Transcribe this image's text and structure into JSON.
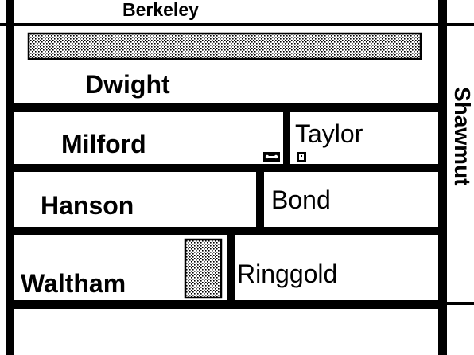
{
  "map": {
    "colors": {
      "road": "#000000",
      "background": "#ffffff",
      "hatch": "#000000"
    },
    "streets": {
      "berkeley": "Berkeley",
      "dwight": "Dwight",
      "milford": "Milford",
      "taylor": "Taylor",
      "hanson": "Hanson",
      "bond": "Bond",
      "waltham": "Waltham",
      "ringgold": "Ringgold",
      "shawmut": "Shawmut"
    },
    "hatched_areas": [
      "park-strip",
      "park-block"
    ],
    "icons": [
      "scissors-icon",
      "restaurant-icon"
    ]
  }
}
